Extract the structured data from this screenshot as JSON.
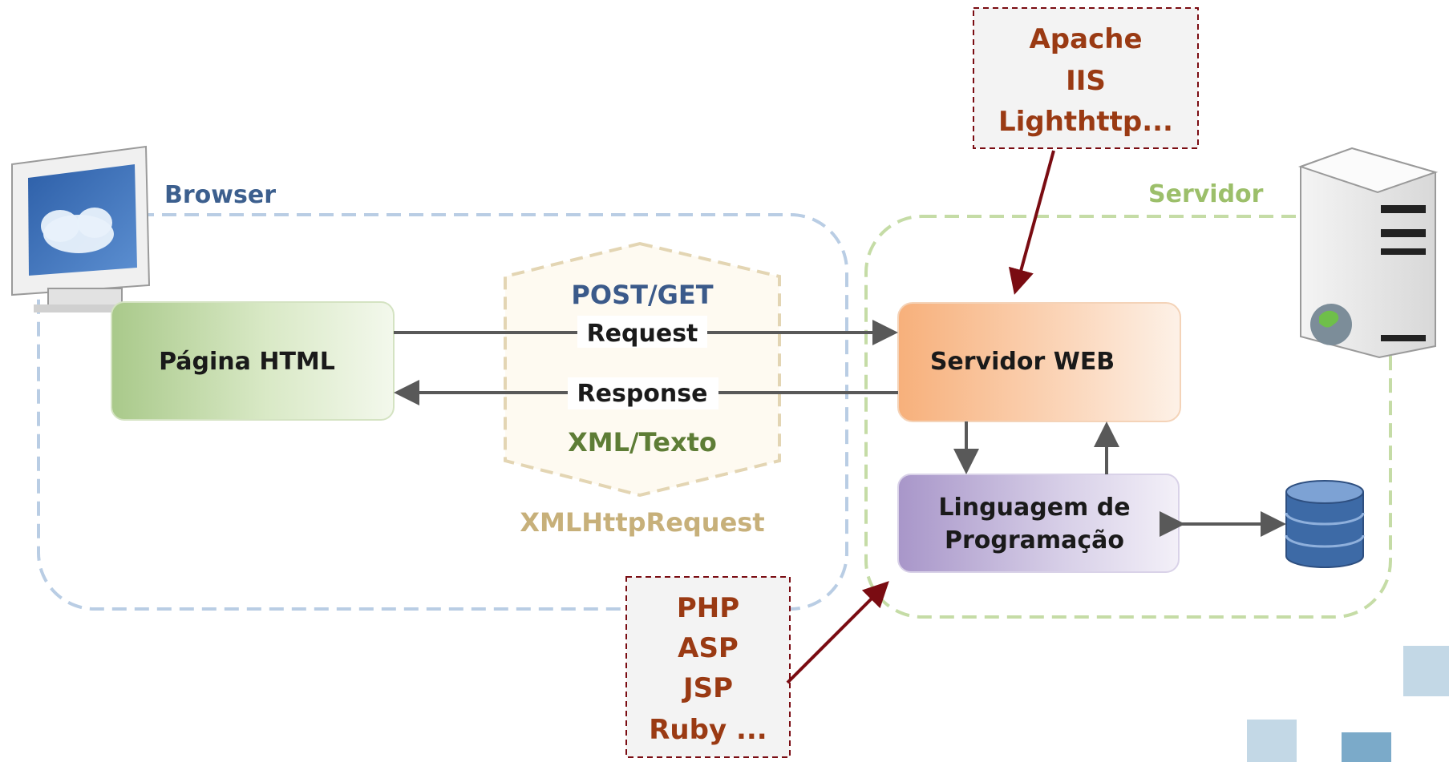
{
  "browser": {
    "label": "Browser",
    "page_label": "Página HTML"
  },
  "server": {
    "label": "Servidor",
    "web_label": "Servidor WEB",
    "lang_line1": "Linguagem de",
    "lang_line2": "Programação"
  },
  "ajax": {
    "method": "POST/GET",
    "request": "Request",
    "response": "Response",
    "format": "XML/Texto",
    "name": "XMLHttpRequest"
  },
  "web_servers": [
    "Apache",
    "IIS",
    "Lighthttp..."
  ],
  "languages": [
    "PHP",
    "ASP",
    "JSP",
    "Ruby ..."
  ],
  "colors": {
    "browser": "#3c5f8e",
    "server": "#9cbf6a",
    "xhr": "#c7b07a",
    "method": "#3b5a8a",
    "format": "#5e7d36",
    "note_text": "#9a3a13",
    "note_arrow": "#7a0c12"
  }
}
